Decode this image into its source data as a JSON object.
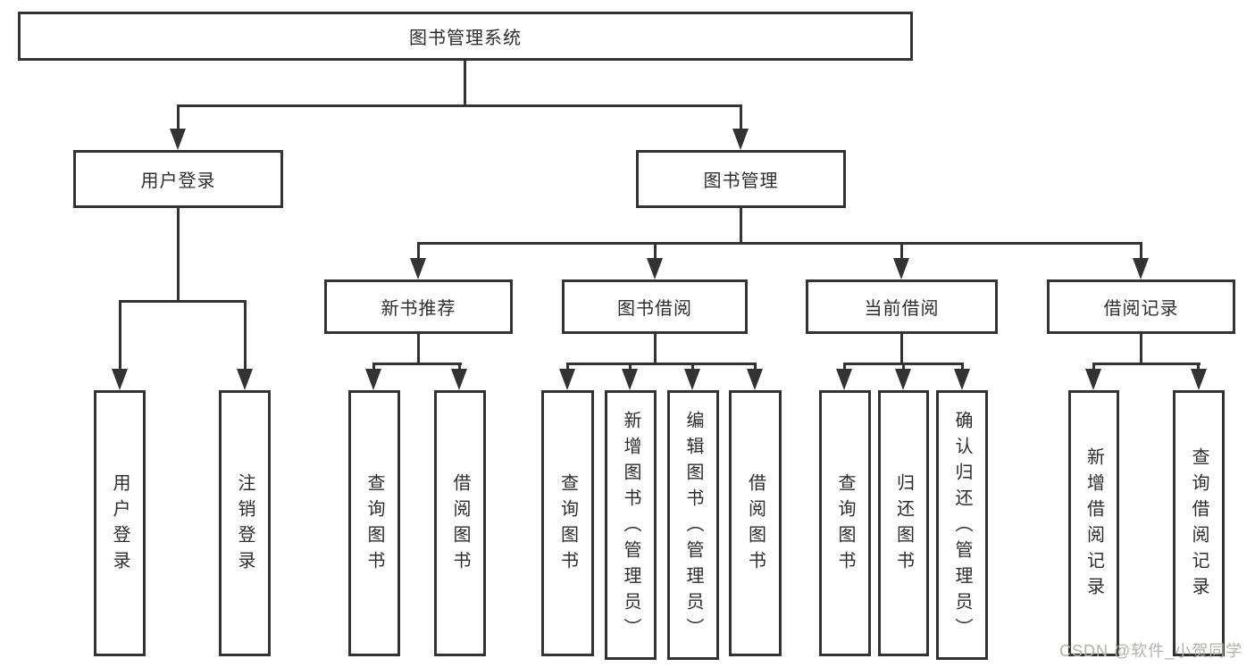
{
  "diagram": {
    "title": "图书管理系统",
    "root": {
      "label": "图书管理系统"
    },
    "level1": [
      {
        "label": "用户登录"
      },
      {
        "label": "图书管理"
      }
    ],
    "level2": [
      {
        "label": "新书推荐"
      },
      {
        "label": "图书借阅"
      },
      {
        "label": "当前借阅"
      },
      {
        "label": "借阅记录"
      }
    ],
    "leaves": [
      {
        "label": "用户登录"
      },
      {
        "label": "注销登录"
      },
      {
        "label": "查询图书"
      },
      {
        "label": "借阅图书"
      },
      {
        "label": "查询图书"
      },
      {
        "label": "新增图书（管理员）"
      },
      {
        "label": "编辑图书（管理员）"
      },
      {
        "label": "借阅图书"
      },
      {
        "label": "查询图书"
      },
      {
        "label": "归还图书"
      },
      {
        "label": "确认归还（管理员）"
      },
      {
        "label": "新增借阅记录"
      },
      {
        "label": "查询借阅记录"
      }
    ],
    "colors": {
      "line": "#333333",
      "border": "#333333",
      "text": "#2d2d2d",
      "background": "#ffffff",
      "watermark": "#b3b0ad"
    }
  },
  "watermark": {
    "text": "CSDN @软件_小贺同学"
  }
}
